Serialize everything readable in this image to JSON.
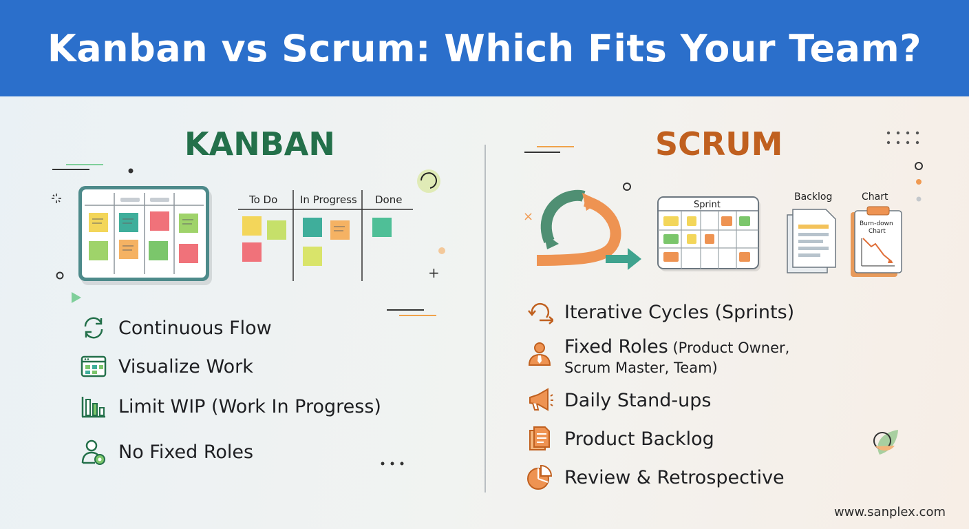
{
  "header": {
    "title": "Kanban vs Scrum: Which Fits Your Team?"
  },
  "kanban": {
    "title": "KANBAN",
    "board_columns": [
      "To Do",
      "In Progress",
      "Done"
    ],
    "features": [
      {
        "label": "Continuous Flow",
        "icon": "cycle-arrows-icon"
      },
      {
        "label": "Visualize Work",
        "icon": "board-window-icon"
      },
      {
        "label": "Limit WIP (Work In Progress)",
        "icon": "bar-chart-icon"
      },
      {
        "label": "No Fixed Roles",
        "icon": "person-icon"
      }
    ]
  },
  "scrum": {
    "title": "SCRUM",
    "sprint_label": "Sprint",
    "backlog_label": "Backlog",
    "chart_label": "Chart",
    "burndown_label_1": "Burn-down",
    "burndown_label_2": "Chart",
    "features": [
      {
        "label": "Iterative Cycles (Sprints)",
        "icon": "cycle-icon"
      },
      {
        "label": "Fixed Roles",
        "sub_1": " (Product Owner,",
        "sub_2": "Scrum Master, Team)",
        "icon": "person-tie-icon"
      },
      {
        "label": "Daily Stand-ups",
        "icon": "megaphone-icon"
      },
      {
        "label": "Product Backlog",
        "icon": "document-icon"
      },
      {
        "label": "Review & Retrospective",
        "icon": "pie-chart-icon"
      }
    ]
  },
  "footer": {
    "website": "www.sanplex.com"
  },
  "colors": {
    "header_bg": "#2b6fcb",
    "kanban_green": "#23704a",
    "scrum_orange": "#c0601f",
    "note_yellow": "#f3d65a",
    "note_green": "#9fd36a",
    "note_teal": "#3fae9b",
    "note_red": "#f0727a",
    "note_orange": "#f5b263"
  }
}
